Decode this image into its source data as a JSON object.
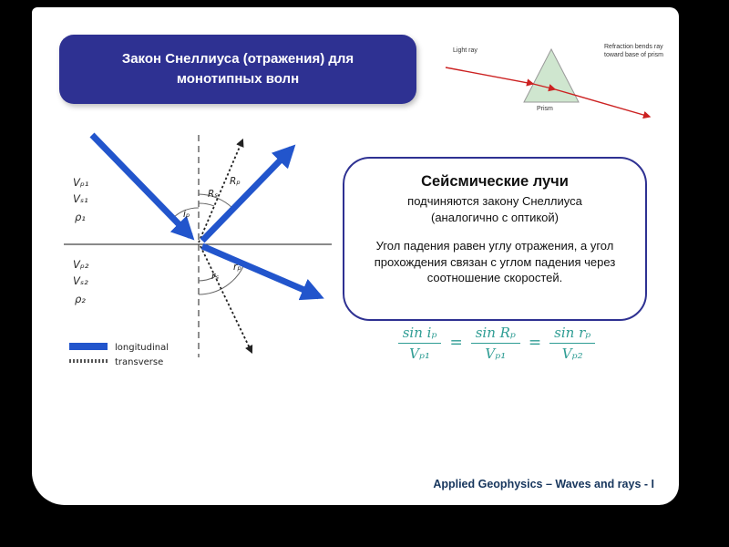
{
  "slide": {
    "title": "Закон Снеллиуса (отражения) для монотипных волн",
    "footer": "Applied Geophysics – Waves and rays - I"
  },
  "prism_diagram": {
    "light_ray_label": "Light ray",
    "refraction_note": "Refraction bends ray toward base of prism",
    "prism_label": "Prism"
  },
  "seismic_diagram": {
    "upper_medium": {
      "vp": "Vₚ₁",
      "vs": "Vₛ₁",
      "rho": "ρ₁"
    },
    "lower_medium": {
      "vp": "Vₚ₂",
      "vs": "Vₛ₂",
      "rho": "ρ₂"
    },
    "angles": {
      "incident": "iₚ",
      "reflected_s": "Rₛ",
      "reflected_p": "Rₚ",
      "refracted_s": "rₛ",
      "refracted_p": "rₚ"
    },
    "legend": {
      "longitudinal": "longitudinal",
      "transverse": "transverse"
    }
  },
  "info_box": {
    "heading": "Сейсмические лучи",
    "line2": "подчиняются закону Снеллиуса",
    "line3": "(аналогично с оптикой)",
    "paragraph": "Угол падения равен углу отражения, а угол прохождения связан с углом падения через соотношение скоростей."
  },
  "formula": {
    "equals": "=",
    "fractions": [
      {
        "num": "sin iₚ",
        "den": "Vₚ₁"
      },
      {
        "num": "sin Rₚ",
        "den": "Vₚ₁"
      },
      {
        "num": "sin rₚ",
        "den": "Vₚ₂"
      }
    ]
  },
  "colors": {
    "title_bg": "#2e3192",
    "ray_blue": "#2255cc",
    "formula_teal": "#2f9d94",
    "footer_navy": "#17365d",
    "prism_green": "#cfe6cf",
    "ray_red": "#cc2222"
  }
}
